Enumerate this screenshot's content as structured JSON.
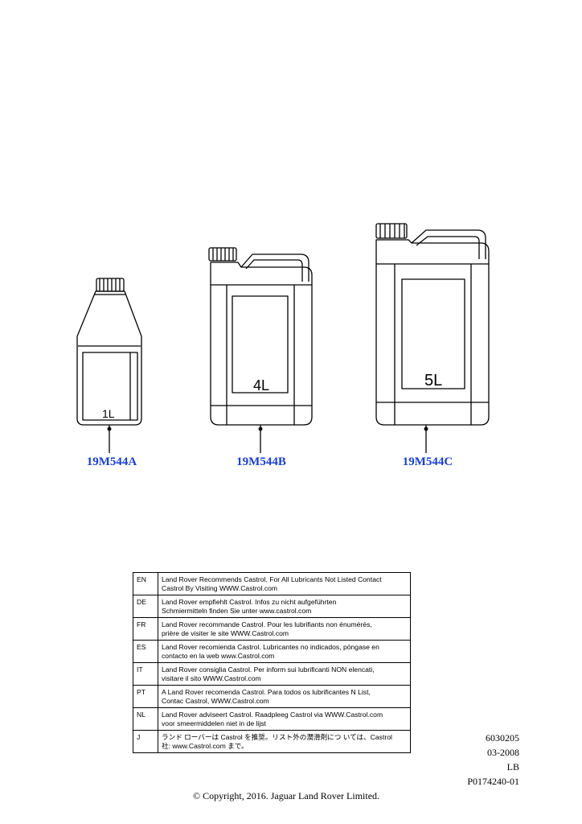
{
  "containers": [
    {
      "volume": "1L",
      "part_number": "19M544A"
    },
    {
      "volume": "4L",
      "part_number": "19M544B"
    },
    {
      "volume": "5L",
      "part_number": "19M544C"
    }
  ],
  "languages": [
    {
      "code": "EN",
      "text": "Land Rover Recommends Castrol.  For All Lubricants Not Listed Contact\nCastrol By Visiting WWW.Castrol.com"
    },
    {
      "code": "DE",
      "text": "Land Rover empfiehlt Castrol.  Infos zu nicht aufgeführten\nSchmiermitteln finden Sie unter www.castrol.com"
    },
    {
      "code": "FR",
      "text": "Land Rover recommande Castrol. Pour les lubrifiants non énumérés,\nprière de visiter le site WWW.Castrol.com"
    },
    {
      "code": "ES",
      "text": "Land Rover recomienda Castrol.  Lubricantes no indicados, póngase en\ncontacto en la web www.Castrol.com"
    },
    {
      "code": "IT",
      "text": "Land Rover consiglia Castrol.  Per inform sui lubrificanti NON elencati,\nvisitare il sito WWW.Castrol.com"
    },
    {
      "code": "PT",
      "text": "A Land Rover recomenda Castrol.  Para todos os lubrificantes N List,\nContac Castrol, WWW.Castrol.com"
    },
    {
      "code": "NL",
      "text": "Land Rover adviseert Castrol.  Raadpleeg Castrol via WWW.Castrol.com\nvoor smeermiddelen niet in de lijst"
    },
    {
      "code": "J",
      "text": "ランド ローバーは Castrol を推奨。リスト外の潤滑剤につ いては、Castrol\n社: www.Castrol.com まで。"
    }
  ],
  "meta": {
    "code": "6030205",
    "date": "03-2008",
    "region": "LB",
    "illustration_id": "P0174240-01"
  },
  "copyright": "© Copyright, 2016. Jaguar Land Rover Limited.",
  "colors": {
    "part_link": "#1a3fd0",
    "line": "#000000"
  }
}
